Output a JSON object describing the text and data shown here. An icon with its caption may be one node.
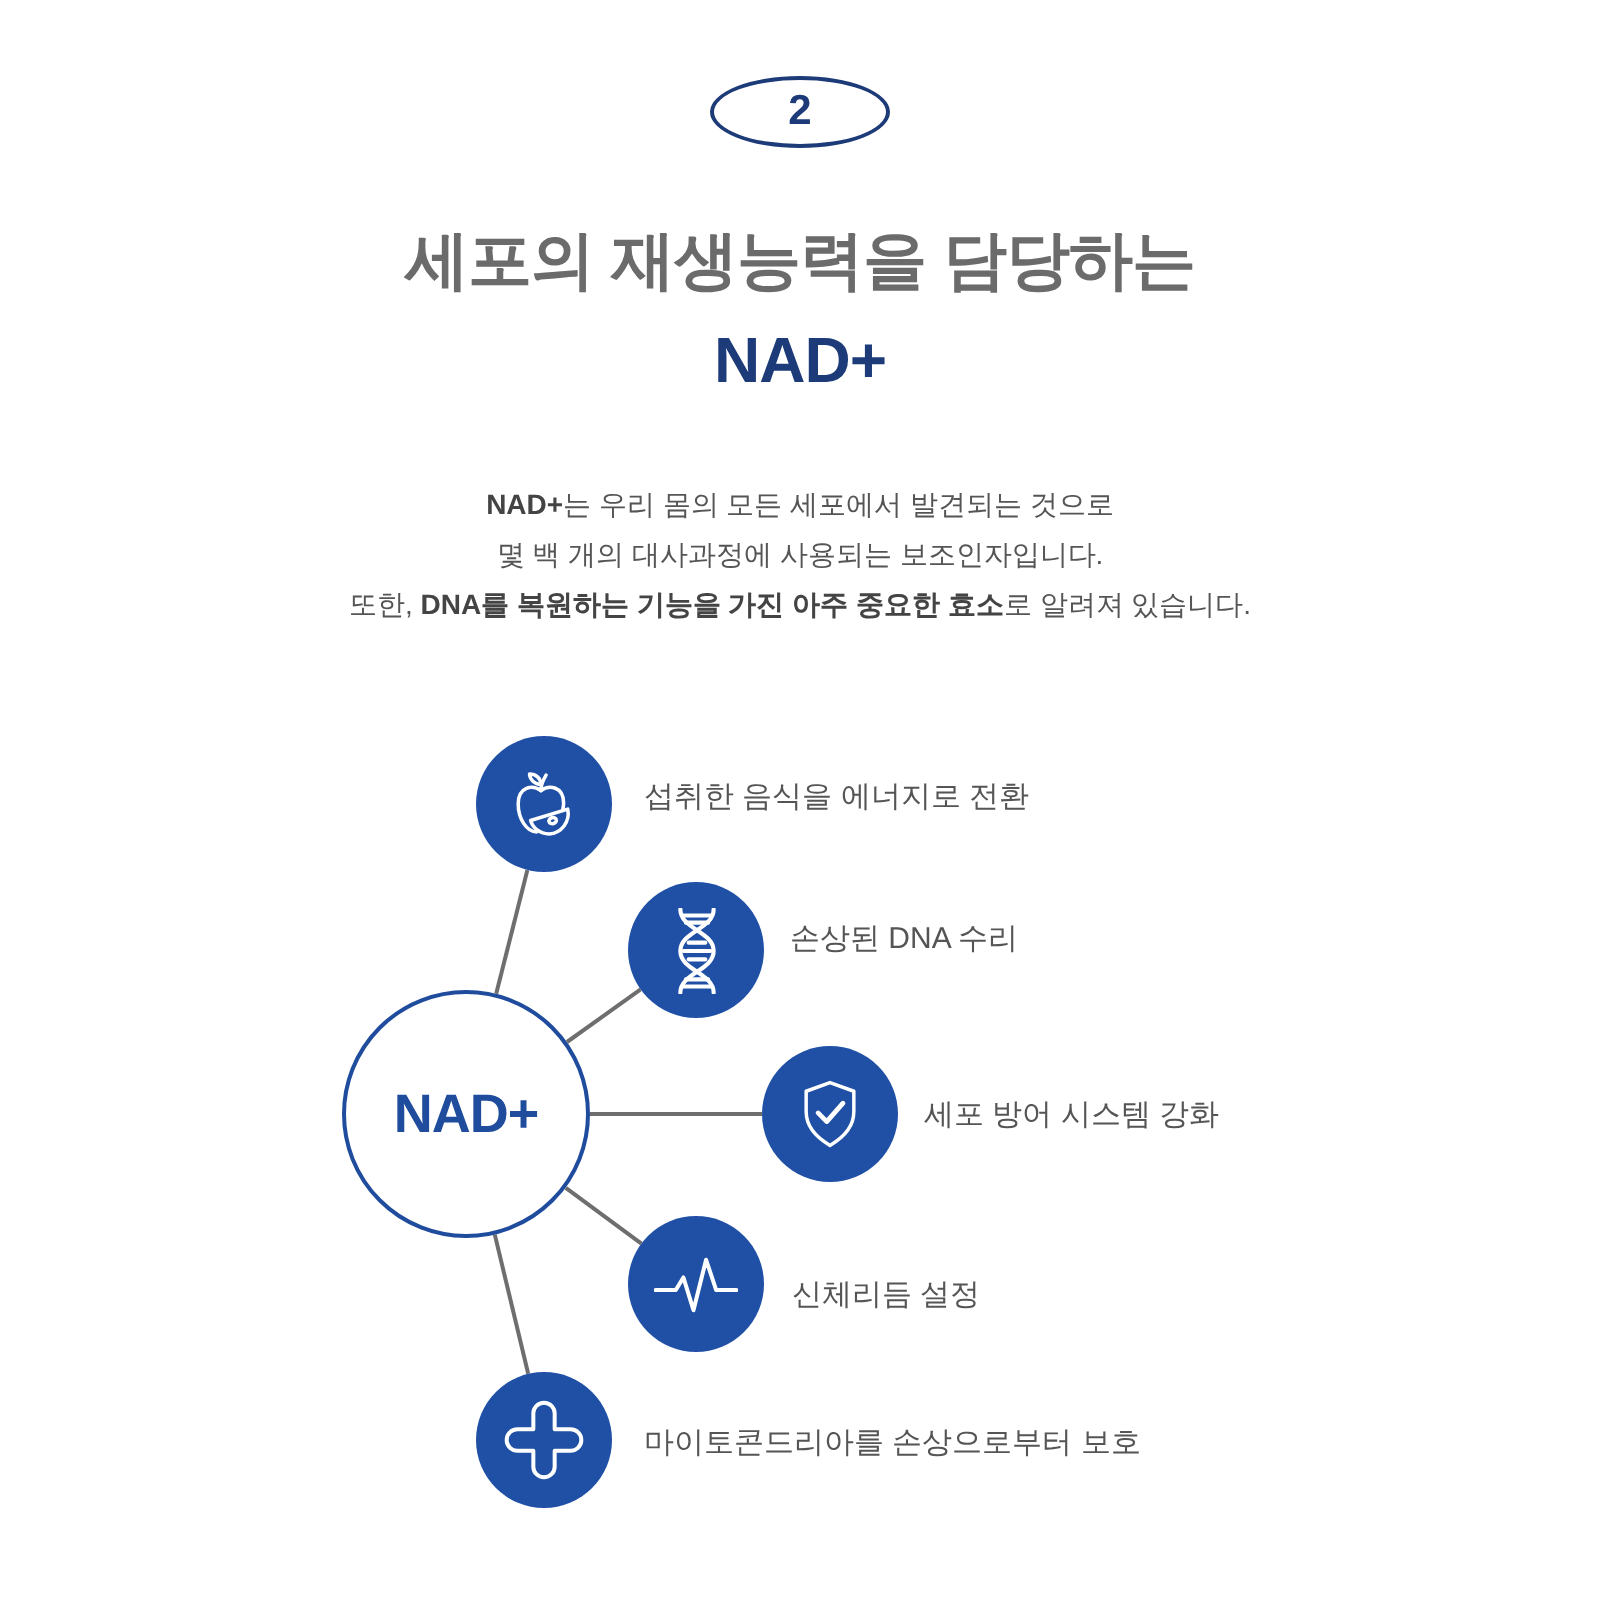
{
  "diagram": {
    "title": "세포의 재생능력을 담당하는 NAD+",
    "nodes": [
      {
        "text": [
          "2"
        ]
      },
      {
        "text": [
          "NAD+"
        ]
      },
      {
        "text": [],
        "shape": "circle",
        "beside": [
          "섭취한 음식을 에너지로 전환"
        ]
      },
      {
        "text": [],
        "shape": "circle",
        "beside": [
          "손상된 DNA 수리"
        ]
      },
      {
        "text": [],
        "shape": "circle",
        "beside": [
          "세포 방어 시스템 강화"
        ]
      },
      {
        "text": [],
        "shape": "circle",
        "beside": [
          "신체리듬 설정"
        ]
      },
      {
        "text": [],
        "shape": "circle",
        "beside": [
          "마이토콘드리아를 손상으로부터 보호"
        ]
      }
    ],
    "edges": [
      {
        "from": 1,
        "to": 2,
        "arrow": "none"
      },
      {
        "from": 1,
        "to": 3,
        "arrow": "none"
      },
      {
        "from": 1,
        "to": 4,
        "arrow": "none"
      },
      {
        "from": 1,
        "to": 5,
        "arrow": "none"
      },
      {
        "from": 1,
        "to": 6,
        "arrow": "none"
      }
    ],
    "labels": [
      "**NAD+**는 우리 몸의 모든 세포에서 발견되는 것으로 몇 백 개의 대사과정에 사용되는 보조인자입니다.",
      "또한, **DNA를 복원하는 기능을 가진 아주 중요한 효소**로 알려져 있습니다."
    ]
  }
}
